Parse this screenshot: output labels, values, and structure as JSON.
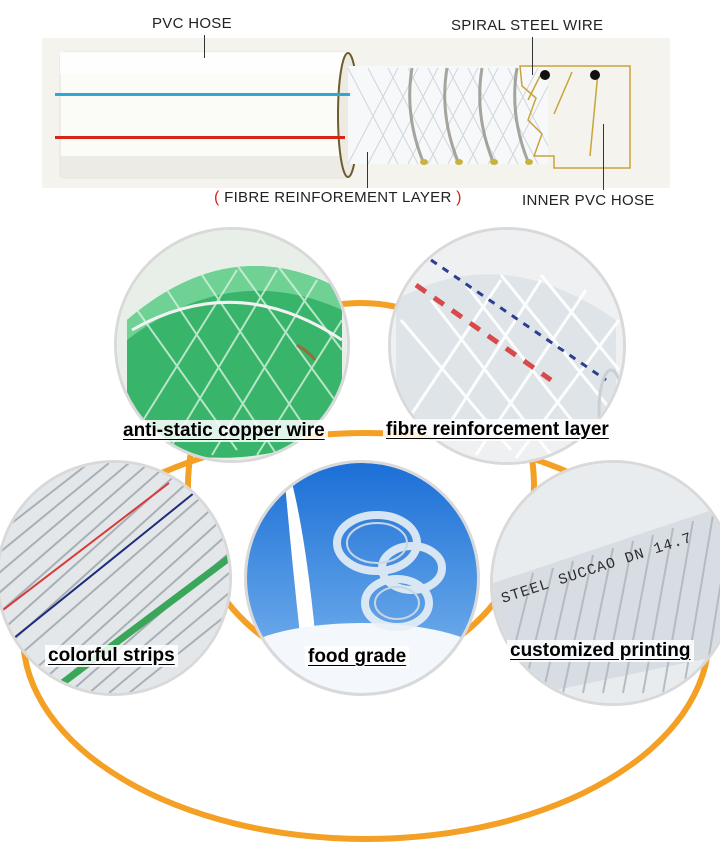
{
  "diagram": {
    "labels": {
      "pvc_hose": "PVC HOSE",
      "spiral_steel_wire": "SPIRAL STEEL WIRE",
      "fibre_layer": "FIBRE REINFOREMENT LAYER",
      "inner_pvc_hose": "INNER PVC HOSE"
    },
    "paren_open": "(",
    "paren_close": ")",
    "colors": {
      "blue_stripe": "#2aa9d6",
      "red_stripe": "#d82417"
    }
  },
  "features": [
    {
      "caption": "anti-static copper wire"
    },
    {
      "caption": "fibre reinforcement layer"
    },
    {
      "caption": "colorful strips"
    },
    {
      "caption": "food grade"
    },
    {
      "caption": "customized  printing"
    }
  ],
  "printing_text": "STEEL SUCCAO DN 14.7",
  "accent_color": "#f4a024"
}
